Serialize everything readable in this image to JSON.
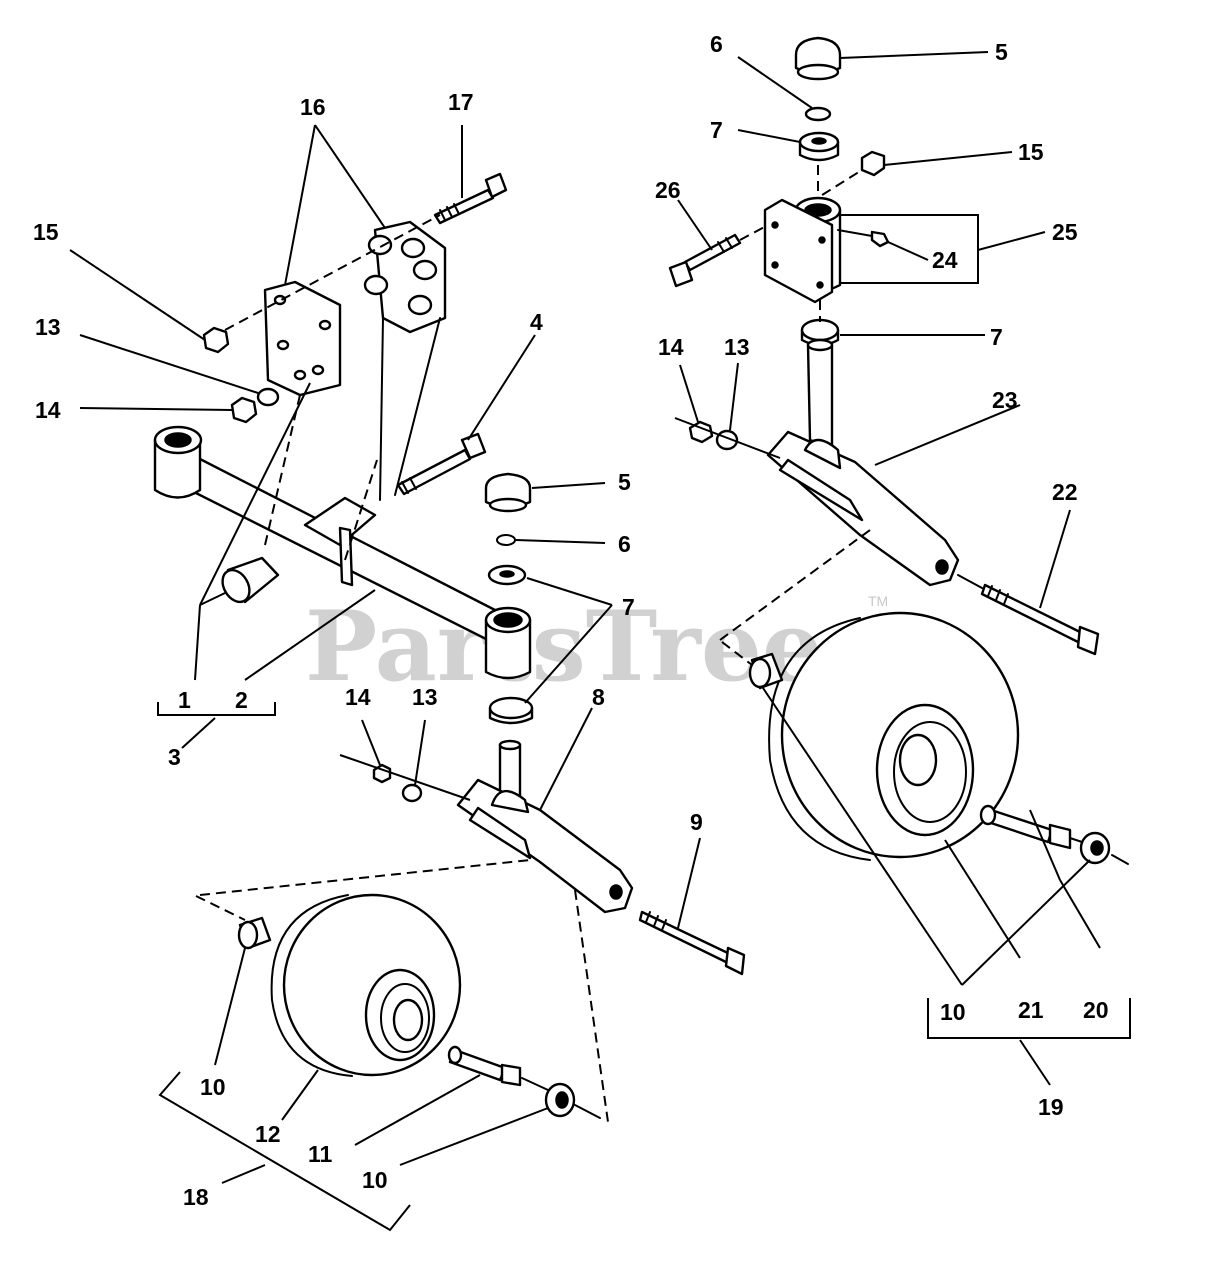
{
  "watermark": {
    "text": "PartsTree",
    "trademark": "TM"
  },
  "callouts": {
    "c1": "1",
    "c2": "2",
    "c3": "3",
    "c4": "4",
    "c5_top": "5",
    "c5_mid": "5",
    "c6_top": "6",
    "c6_mid": "6",
    "c7_top": "7",
    "c7_right": "7",
    "c7_mid": "7",
    "c8": "8",
    "c9": "9",
    "c10_left": "10",
    "c10_bottom": "10",
    "c10_right": "10",
    "c11": "11",
    "c12": "12",
    "c13_left": "13",
    "c13_mid": "13",
    "c13_right": "13",
    "c14_left": "14",
    "c14_mid": "14",
    "c14_right": "14",
    "c15_left": "15",
    "c15_right": "15",
    "c16": "16",
    "c17": "17",
    "c18": "18",
    "c19": "19",
    "c20": "20",
    "c21": "21",
    "c22": "22",
    "c23": "23",
    "c24": "24",
    "c25": "25",
    "c26": "26"
  }
}
